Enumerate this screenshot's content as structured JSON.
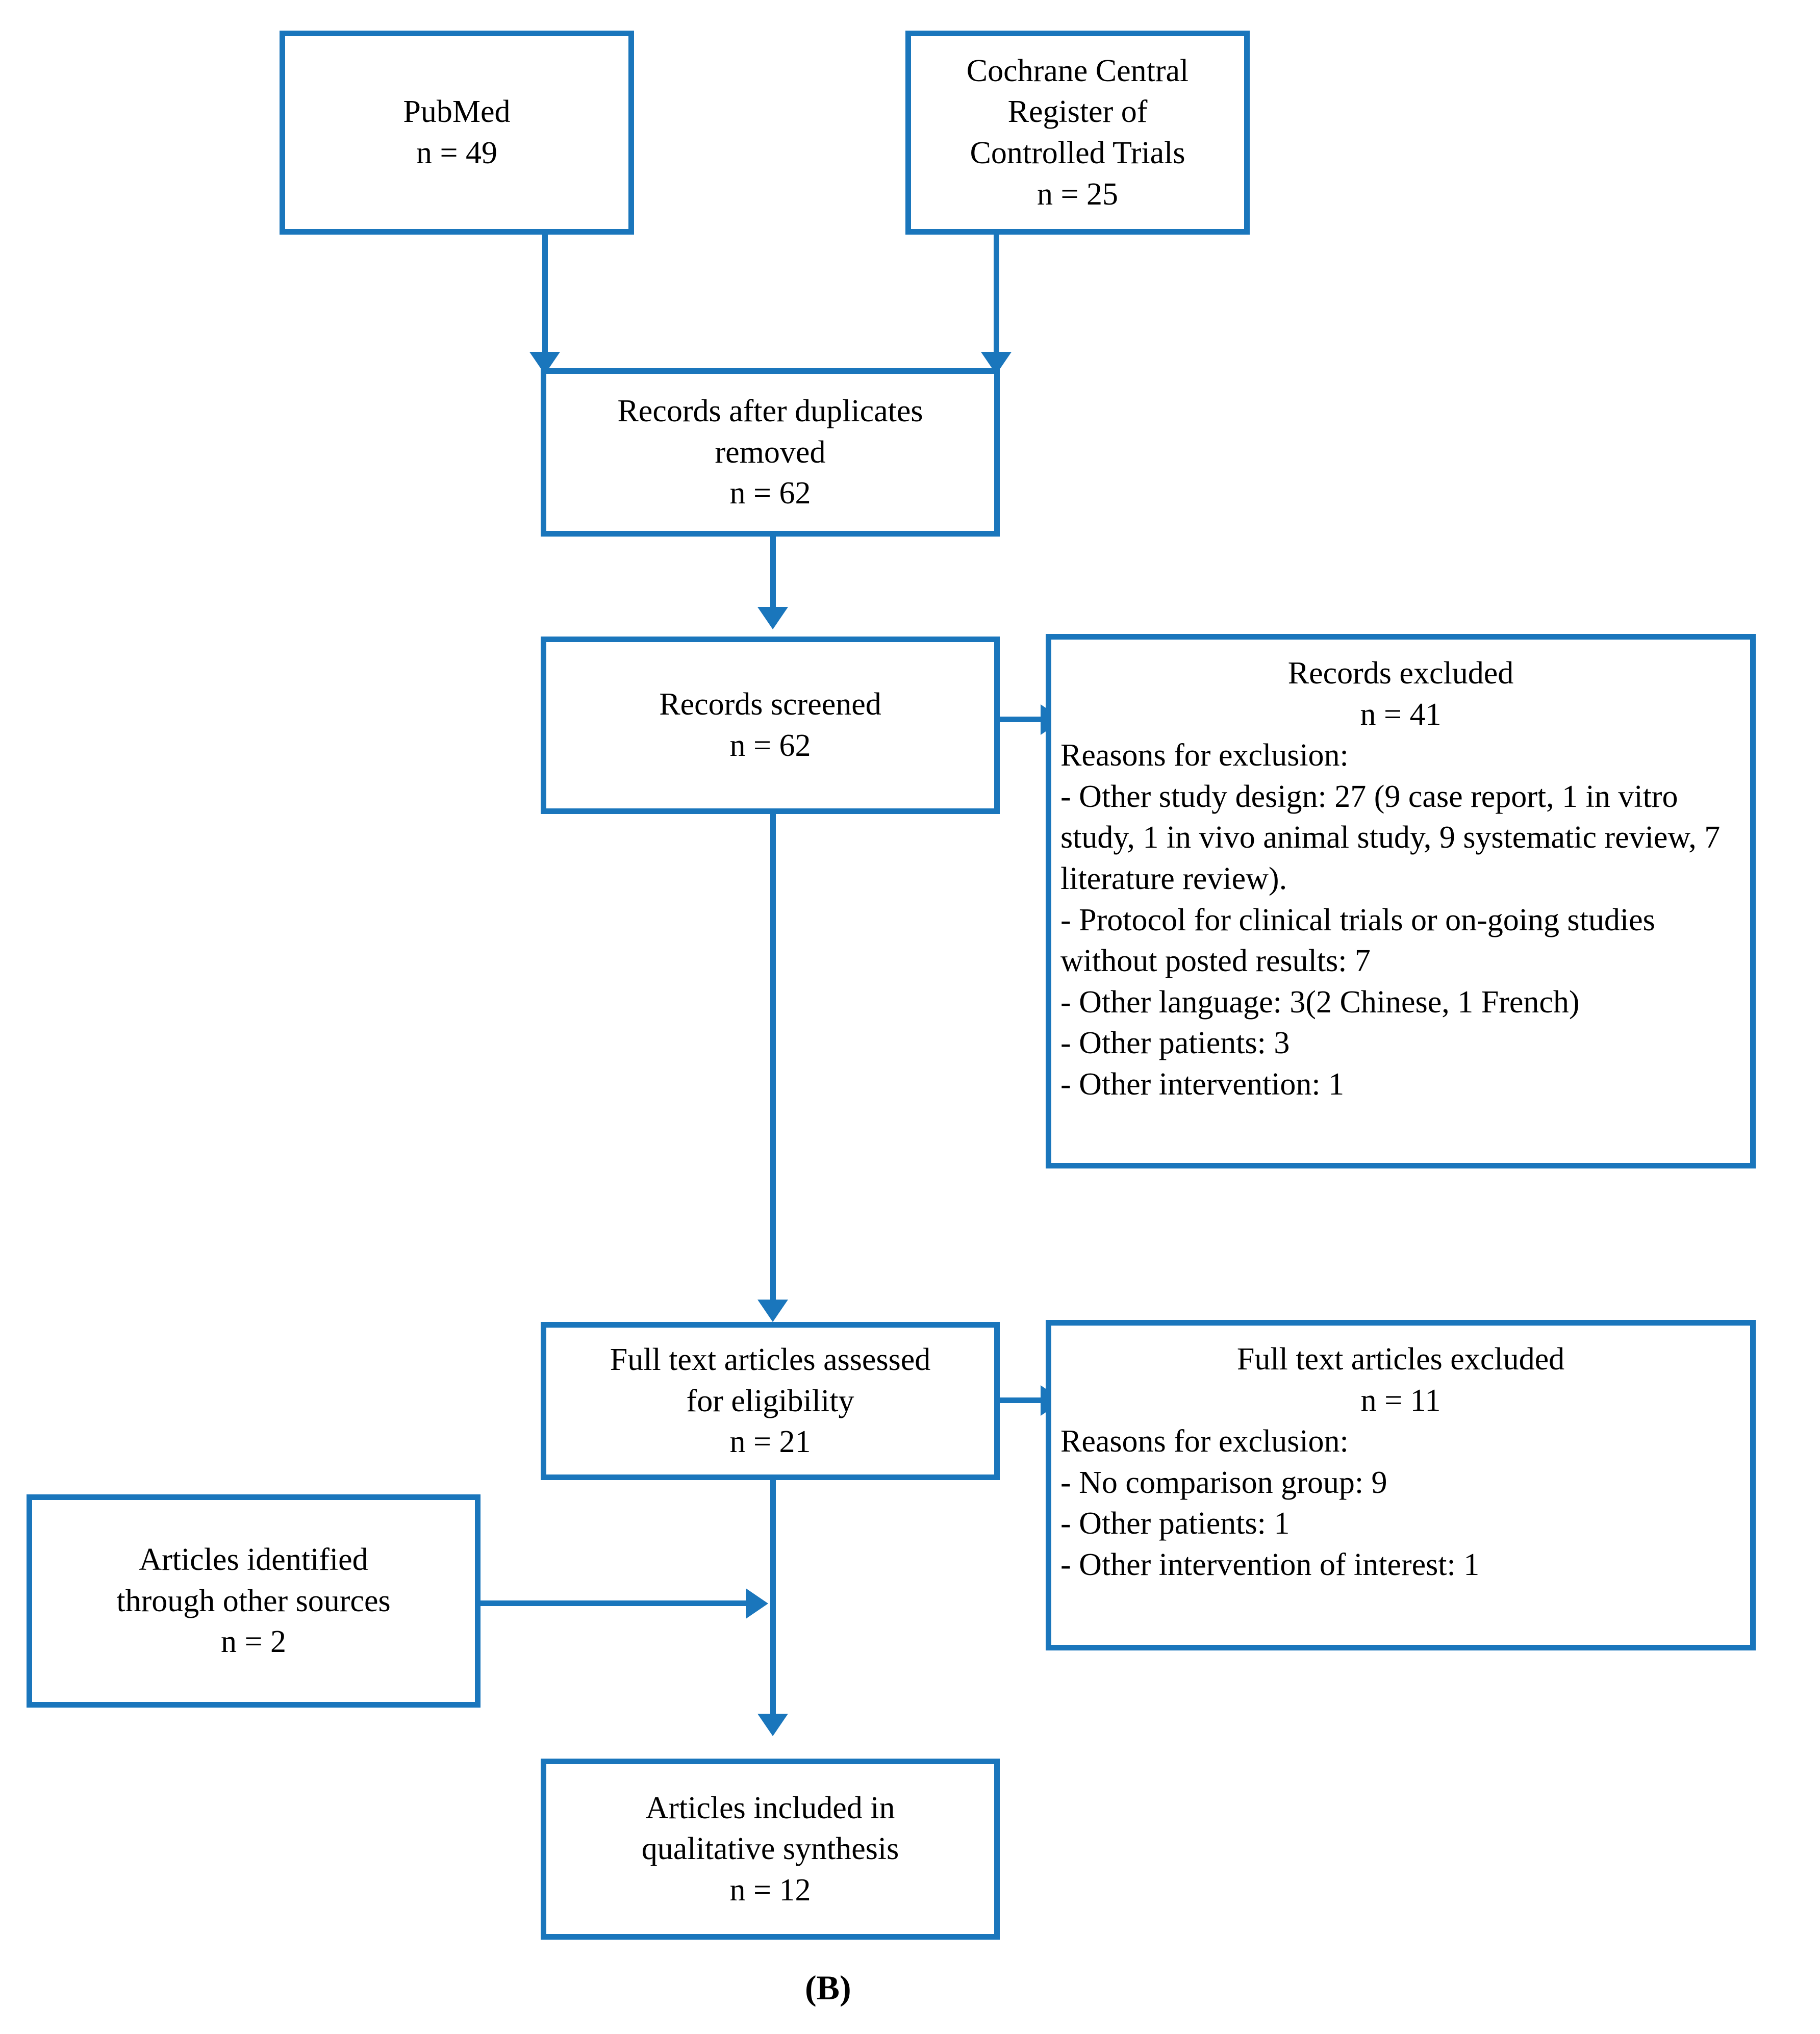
{
  "diagram": {
    "panel_label": "(B)",
    "accent_color": "#1a76bc",
    "text_color": "#000000",
    "background_color": "#ffffff",
    "type": "PRISMA flow diagram"
  },
  "boxes": {
    "pubmed": {
      "title": "PubMed",
      "count": "n = 49"
    },
    "cochrane": {
      "line1": "Cochrane Central",
      "line2": "Register of",
      "line3": "Controlled Trials",
      "count": "n = 25"
    },
    "duplicates_removed": {
      "line1": "Records after duplicates",
      "line2": "removed",
      "count": "n = 62"
    },
    "records_screened": {
      "title": "Records screened",
      "count": "n = 62"
    },
    "records_excluded": {
      "title": "Records excluded",
      "count": "n = 41",
      "reasons_title": "Reasons for exclusion:",
      "reasons": [
        "- Other study design: 27 (9 case report, 1 in vitro study, 1 in vivo animal study, 9 systematic review, 7 literature review).",
        "- Protocol for clinical trials or on-going studies without posted results: 7",
        "- Other language: 3(2 Chinese, 1 French)",
        "- Other patients: 3",
        "- Other intervention: 1"
      ]
    },
    "full_text_assessed": {
      "line1": "Full text articles assessed",
      "line2": "for eligibility",
      "count": "n = 21"
    },
    "full_text_excluded": {
      "title": "Full text articles excluded",
      "count": "n = 11",
      "reasons_title": "Reasons for exclusion:",
      "reasons": [
        "- No comparison group: 9",
        "- Other patients: 1",
        "- Other intervention of interest: 1"
      ]
    },
    "other_sources": {
      "line1": "Articles identified",
      "line2": "through other sources",
      "count": "n = 2"
    },
    "included": {
      "line1": "Articles included in",
      "line2": "qualitative synthesis",
      "count": "n = 12"
    }
  },
  "chart_data": {
    "type": "table",
    "title": "PRISMA flow diagram (B)",
    "nodes": [
      {
        "id": "pubmed",
        "label": "PubMed",
        "n": 49
      },
      {
        "id": "cochrane",
        "label": "Cochrane Central Register of Controlled Trials",
        "n": 25
      },
      {
        "id": "duplicates_removed",
        "label": "Records after duplicates removed",
        "n": 62
      },
      {
        "id": "records_screened",
        "label": "Records screened",
        "n": 62
      },
      {
        "id": "records_excluded",
        "label": "Records excluded",
        "n": 41
      },
      {
        "id": "full_text_assessed",
        "label": "Full text articles assessed for eligibility",
        "n": 21
      },
      {
        "id": "full_text_excluded",
        "label": "Full text articles excluded",
        "n": 11
      },
      {
        "id": "other_sources",
        "label": "Articles identified through other sources",
        "n": 2
      },
      {
        "id": "included",
        "label": "Articles included in qualitative synthesis",
        "n": 12
      }
    ],
    "edges": [
      {
        "from": "pubmed",
        "to": "duplicates_removed"
      },
      {
        "from": "cochrane",
        "to": "duplicates_removed"
      },
      {
        "from": "duplicates_removed",
        "to": "records_screened"
      },
      {
        "from": "records_screened",
        "to": "records_excluded"
      },
      {
        "from": "records_screened",
        "to": "full_text_assessed"
      },
      {
        "from": "full_text_assessed",
        "to": "full_text_excluded"
      },
      {
        "from": "full_text_assessed",
        "to": "included"
      },
      {
        "from": "other_sources",
        "to": "included"
      }
    ]
  }
}
